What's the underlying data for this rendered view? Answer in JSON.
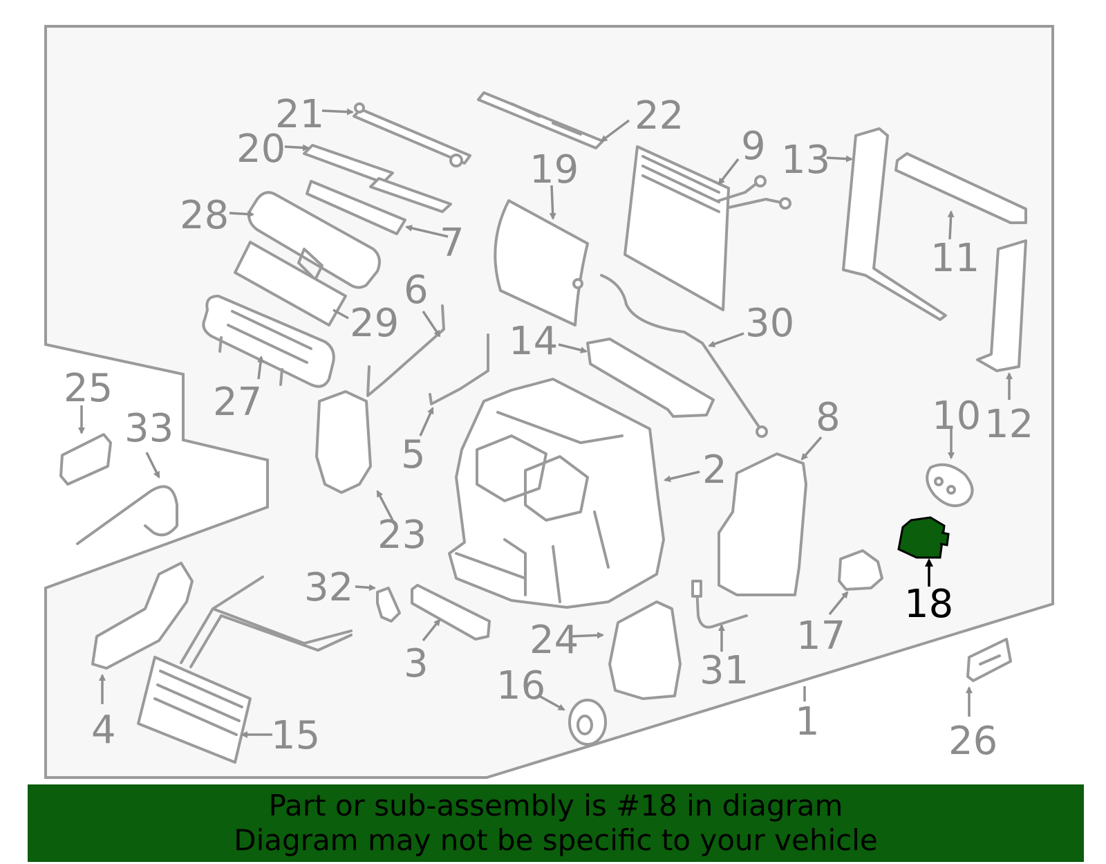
{
  "highlight_color": "#0b5e0b",
  "line_color": "#9a9a9a",
  "callouts": {
    "c1": "1",
    "c2": "2",
    "c3": "3",
    "c4": "4",
    "c5": "5",
    "c6": "6",
    "c7": "7",
    "c8": "8",
    "c9": "9",
    "c10": "10",
    "c11": "11",
    "c12": "12",
    "c13": "13",
    "c14": "14",
    "c15": "15",
    "c16": "16",
    "c17": "17",
    "c18": "18",
    "c19": "19",
    "c20": "20",
    "c21": "21",
    "c22": "22",
    "c23": "23",
    "c24": "24",
    "c25": "25",
    "c26": "26",
    "c27": "27",
    "c28": "28",
    "c29": "29",
    "c30": "30",
    "c31": "31",
    "c32": "32",
    "c33": "33"
  },
  "highlighted_part": "18",
  "banner": {
    "line1": "Part or sub-assembly is #18 in diagram",
    "line2": "Diagram may not be specific to your vehicle"
  }
}
